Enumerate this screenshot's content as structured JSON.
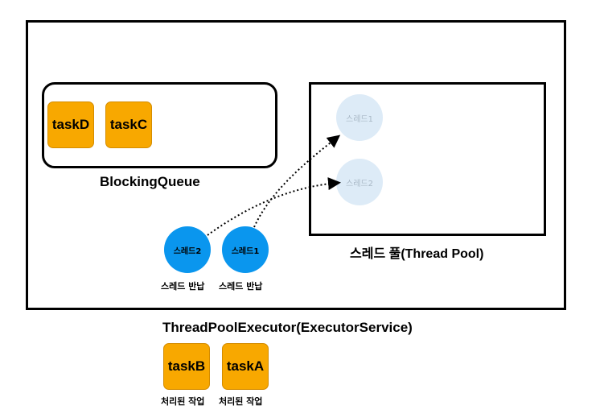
{
  "executor": {
    "label": "ThreadPoolExecutor(ExecutorService)"
  },
  "queue": {
    "label": "BlockingQueue",
    "tasks": [
      "taskD",
      "taskC"
    ]
  },
  "pool": {
    "label": "스레드 풀(Thread Pool)",
    "slots": [
      "스레드1",
      "스레드2"
    ]
  },
  "returning_threads": [
    {
      "name": "스레드2",
      "caption": "스레드 반납"
    },
    {
      "name": "스레드1",
      "caption": "스레드 반납"
    }
  ],
  "processed": [
    {
      "name": "taskB",
      "caption": "처리된 작업"
    },
    {
      "name": "taskA",
      "caption": "처리된 작업"
    }
  ],
  "colors": {
    "task": "#f8a800",
    "thread_active": "#0a96ee",
    "thread_slot": "#ddebf7"
  }
}
